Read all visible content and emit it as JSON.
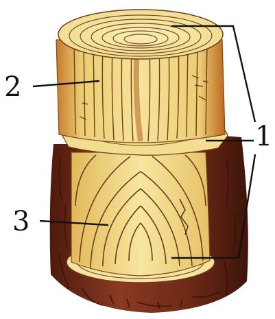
{
  "labels": {
    "label_1": "1",
    "label_2": "2",
    "label_3": "3"
  },
  "colors": {
    "bark_dark": "#5a1e10",
    "bark_mid": "#8a3a22",
    "sapwood_light": "#f3e8a8",
    "wood_yellow": "#ecd27a",
    "wood_orange": "#c9842e",
    "grain_line": "#6b3d1a",
    "leader_line": "#111111"
  }
}
